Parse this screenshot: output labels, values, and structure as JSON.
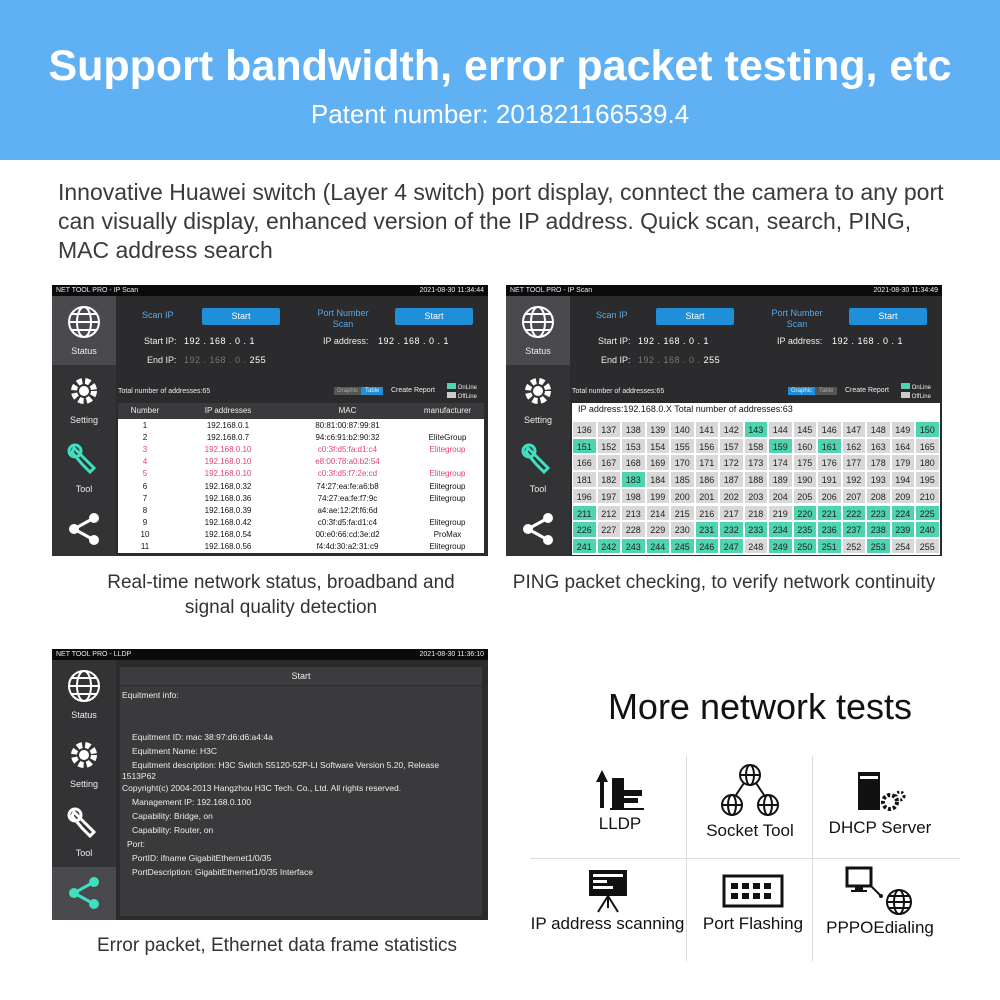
{
  "banner": {
    "title": "Support bandwidth, error packet testing, etc",
    "patent": "Patent number: 201821166539.4"
  },
  "intro": "Innovative Huawei switch (Layer 4 switch) port display, conntect the camera to any port can visually display, enhanced version of the IP address. Quick scan, search, PING, MAC address search",
  "sidebar": {
    "status": "Status",
    "setting": "Setting",
    "tool": "Tool"
  },
  "ipscan": {
    "title": "NET TOOL PRO - IP Scan",
    "time": "2021-08-30 11:34:44",
    "scan_ip": "Scan IP",
    "start": "Start",
    "port_scan": "Port Number Scan",
    "start_ip_label": "Start IP:",
    "start_ip": "192 . 168 . 0 . 1",
    "end_ip_label": "End IP:",
    "end_ip_pre": "192 . 168 . 0 .",
    "end_ip_last": "255",
    "ip_address_label": "IP address:",
    "ip_address": "192 . 168 . 0 . 1",
    "total": "Total number of addresses:65",
    "graphic": "Graphic",
    "table": "Table",
    "create_report": "Create Report",
    "online": "OnLine",
    "offline": "OffLine",
    "columns": [
      "Number",
      "IP addresses",
      "MAC",
      "manufacturer"
    ],
    "rows": [
      [
        "1",
        "192.168.0.1",
        "80:81:00:87:99:81",
        ""
      ],
      [
        "2",
        "192.168.0.7",
        "94:c6:91:b2:90:32",
        "EliteGroup"
      ],
      [
        "3",
        "192.168.0.10",
        "c0:3f:d5:fa:d1:c4",
        "Elitegroup"
      ],
      [
        "4",
        "192.168.0.10",
        "e8:00:78:a0:b2:54",
        ""
      ],
      [
        "5",
        "192.168.0.10",
        "c0:3f:d5:f7:2e:cd",
        "Elitegroup"
      ],
      [
        "6",
        "192.168.0.32",
        "74:27:ea:fe:a6:b8",
        "Elitegroup"
      ],
      [
        "7",
        "192.168.0.36",
        "74:27:ea:fe:f7:9c",
        "Elitegroup"
      ],
      [
        "8",
        "192.168.0.39",
        "a4:ae:12:2f:f6:6d",
        ""
      ],
      [
        "9",
        "192.168.0.42",
        "c0:3f:d5:fa:d1:c4",
        "Elitegroup"
      ],
      [
        "10",
        "192.168.0.54",
        "00:e0:66:cd:3e:d2",
        "ProMax"
      ],
      [
        "11",
        "192.168.0.56",
        "f4:4d:30:a2:31:c9",
        "Elitegroup"
      ]
    ],
    "pink_rows": [
      2,
      3,
      4
    ]
  },
  "ping": {
    "title": "NET TOOL PRO - IP Scan",
    "time": "2021-08-30 11:34:49",
    "header": "IP address:192.168.0.X Total number of addresses:63",
    "start": 136,
    "end": 255,
    "online": [
      143,
      150,
      151,
      159,
      161,
      183,
      211,
      220,
      221,
      222,
      223,
      224,
      225,
      226,
      231,
      232,
      233,
      234,
      235,
      236,
      237,
      238,
      239,
      240,
      241,
      242,
      243,
      244,
      245,
      246,
      247,
      249,
      250,
      251,
      253
    ]
  },
  "lldp": {
    "title": "NET TOOL PRO - LLDP",
    "time": "2021-08-30 11:36:10",
    "start": "Start",
    "lines": [
      "Equitment info:",
      "",
      "",
      "Equitment ID:   mac 38:97:d6:d6:a4:4a",
      "Equitment Name:   H3C",
      "Equitment description:   H3C Switch S5120-52P-LI Software Version 5.20, Release",
      "1513P62",
      "Copyright(c) 2004-2013 Hangzhou H3C Tech. Co., Ltd. All rights reserved.",
      "Management IP:   192.168.0.100",
      "Capability:  Bridge, on",
      "Capability:  Router, on",
      "Port:",
      "PortID:   ifname GigabitEthernet1/0/35",
      "PortDescription:   GigabitEthernet1/0/35 Interface"
    ]
  },
  "captions": {
    "c1": "Real-time network status, broadband and signal quality detection",
    "c2": "PING packet checking, to verify network continuity",
    "c3": "Error packet, Ethernet data frame statistics"
  },
  "more": {
    "title": "More network tests",
    "tiles": [
      "LLDP",
      "Socket Tool",
      "DHCP Server",
      "IP address scanning",
      "Port  Flashing",
      "PPPOEdialing"
    ]
  },
  "colors": {
    "banner": "#5fb1f4",
    "online": "#4ed4b0",
    "accent": "#1e8fd8"
  }
}
